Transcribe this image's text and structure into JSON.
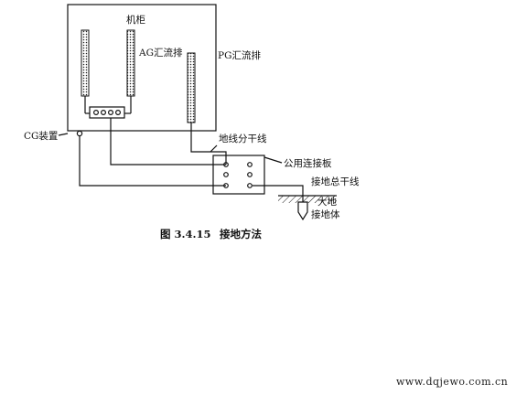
{
  "labels": {
    "cabinet": "机柜",
    "ag_bus": "AG汇流排",
    "pg_bus": "PG汇流排",
    "cg_device": "CG装置",
    "ground_branch": "地线分干线",
    "common_board": "公用连接板",
    "ground_trunk": "接地总干线",
    "earth": "大地",
    "ground_body": "接地体"
  },
  "caption": {
    "number": "图 3.4.15",
    "title": "接地方法"
  },
  "watermark": "www.dqjewo.com.cn"
}
